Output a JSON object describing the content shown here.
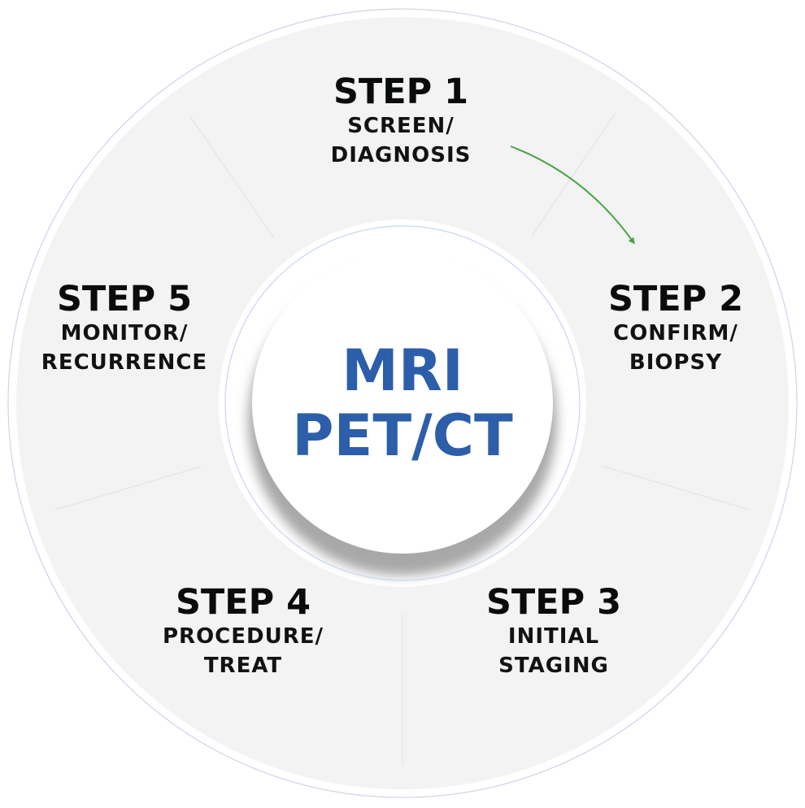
{
  "center": {
    "line1": "MRI",
    "line2": "PET/CT",
    "color": "#2d5eaa"
  },
  "steps": [
    {
      "title": "STEP 1",
      "sub1": "SCREEN/",
      "sub2": "DIAGNOSIS"
    },
    {
      "title": "STEP 2",
      "sub1": "CONFIRM/",
      "sub2": "BIOPSY"
    },
    {
      "title": "STEP 3",
      "sub1": "INITIAL",
      "sub2": "STAGING"
    },
    {
      "title": "STEP 4",
      "sub1": "PROCEDURE/",
      "sub2": "TREAT"
    },
    {
      "title": "STEP 5",
      "sub1": "MONITOR/",
      "sub2": "RECURRENCE"
    }
  ],
  "colors": {
    "ring_fill": "#f3f3f3",
    "ring_outline": "#d4d0ea",
    "inner_outline": "#c9d6ee",
    "arrow": "#4aa34a",
    "divider": "#e4e4e4",
    "text": "#0a0b0c"
  }
}
